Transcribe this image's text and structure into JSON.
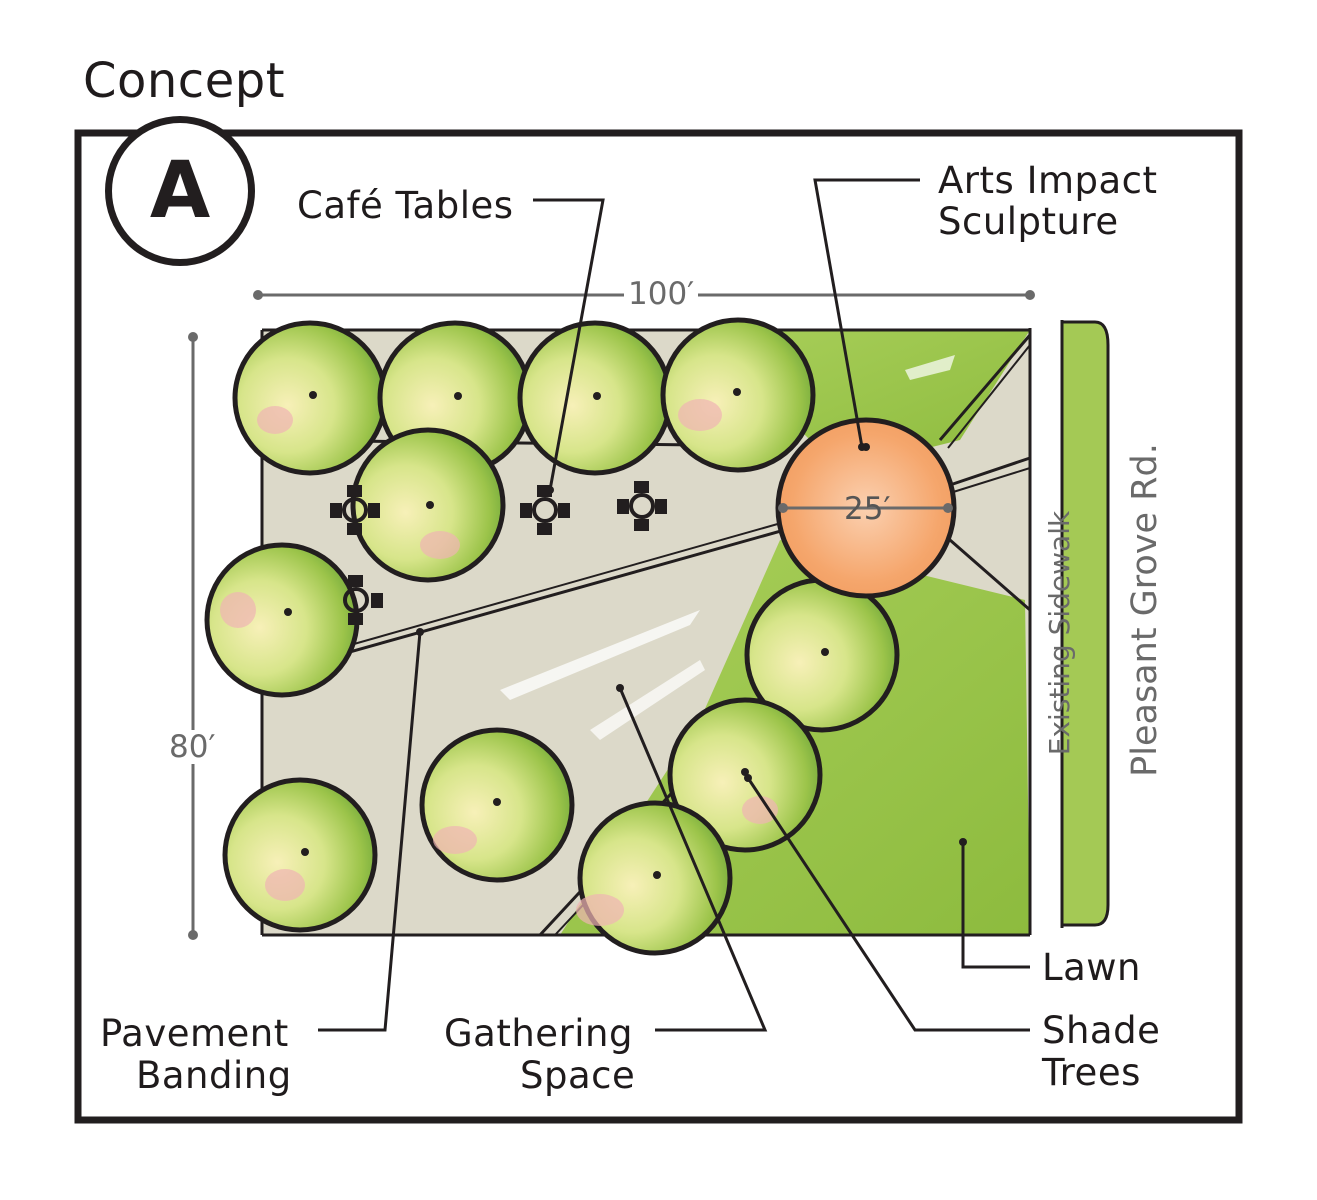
{
  "title": "Concept",
  "badge": "A",
  "labels": {
    "cafe_tables": "Café Tables",
    "arts_impact_line1": "Arts Impact",
    "arts_impact_line2": "Sculpture",
    "pavement_line1": "Pavement",
    "pavement_line2": "Banding",
    "gathering_line1": "Gathering",
    "gathering_line2": "Space",
    "lawn": "Lawn",
    "shade_line1": "Shade",
    "shade_line2": "Trees",
    "existing_sidewalk": "Existing Sidewalk",
    "road": "Pleasant Grove Rd."
  },
  "dimensions": {
    "width": "100′",
    "height": "80′",
    "sculpture": "25′"
  },
  "colors": {
    "ink": "#221e1f",
    "lawn": "#9cc24a",
    "pavement": "#d9d6c7",
    "tree_fill": "#cfe07a",
    "tree_blush": "#efb3b3",
    "sculpture": "#f4a86c",
    "dim_gray": "#6a6a6a"
  }
}
